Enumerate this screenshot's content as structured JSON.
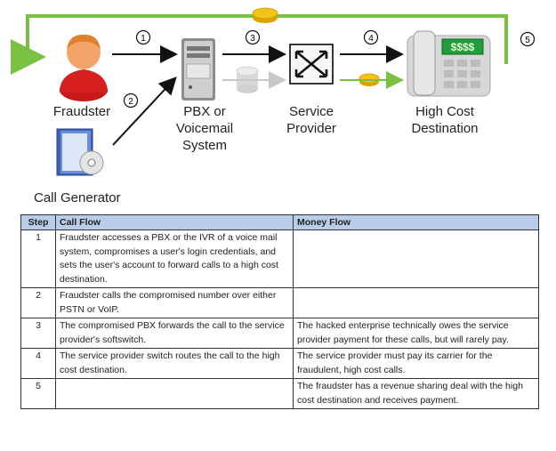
{
  "diagram": {
    "labels": {
      "fraudster": "Fraudster",
      "pbx": [
        "PBX or",
        "Voicemail",
        "System"
      ],
      "service_provider": [
        "Service",
        "Provider"
      ],
      "destination": [
        "High Cost",
        "Destination"
      ],
      "call_generator": "Call Generator"
    },
    "step_markers": [
      "1",
      "2",
      "3",
      "4",
      "5"
    ],
    "phone_display": "$$$$",
    "colors": {
      "green_path": "#7ac043",
      "coin": "#f0c419",
      "fraudster": "#d6201f",
      "screen": "#1f9e3a",
      "phone": "#d7d7d7"
    }
  },
  "table": {
    "headers": [
      "Step",
      "Call Flow",
      "Money Flow"
    ],
    "rows": [
      {
        "step": "1",
        "call": "Fraudster accesses a PBX or the IVR of a voice mail system, compromises a user's login credentials, and sets the user's account to forward calls to a high cost destination.",
        "money": ""
      },
      {
        "step": "2",
        "call": "Fraudster calls the compromised number over either PSTN or VoIP.",
        "money": ""
      },
      {
        "step": "3",
        "call": "The compromised PBX forwards the call to the service provider's softswitch.",
        "money": "The hacked enterprise technically owes the service provider payment for these calls, but will rarely pay."
      },
      {
        "step": "4",
        "call": "The service provider switch routes the call to the high cost destination.",
        "money": "The service provider must pay its carrier for the fraudulent, high cost calls."
      },
      {
        "step": "5",
        "call": "",
        "money": "The fraudster has a revenue sharing deal with the high cost destination and receives payment."
      }
    ]
  }
}
